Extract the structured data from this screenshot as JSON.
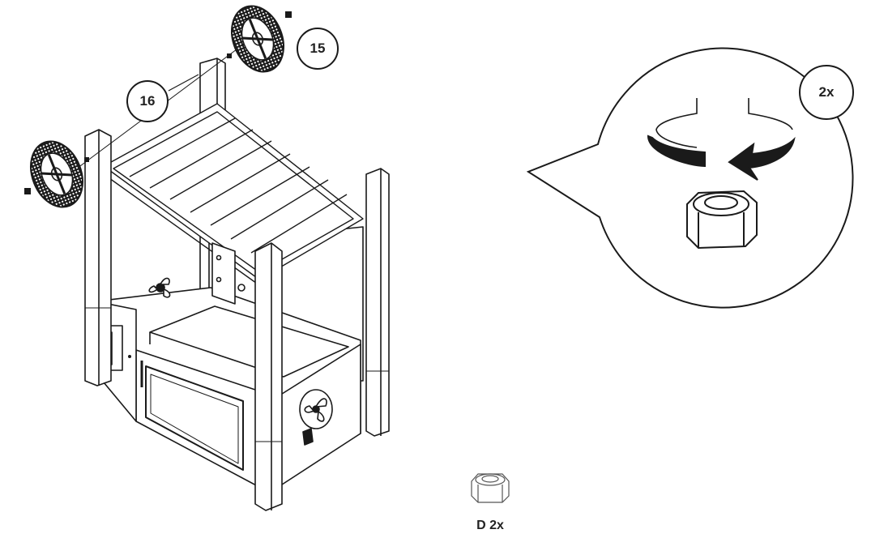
{
  "callouts": {
    "part_15": "15",
    "part_16": "16"
  },
  "detail": {
    "quantity": "2x"
  },
  "hardware": {
    "label": "D 2x"
  },
  "colors": {
    "line": "#1a1a1a",
    "fill": "#ffffff",
    "tire": "#1a1a1a"
  }
}
